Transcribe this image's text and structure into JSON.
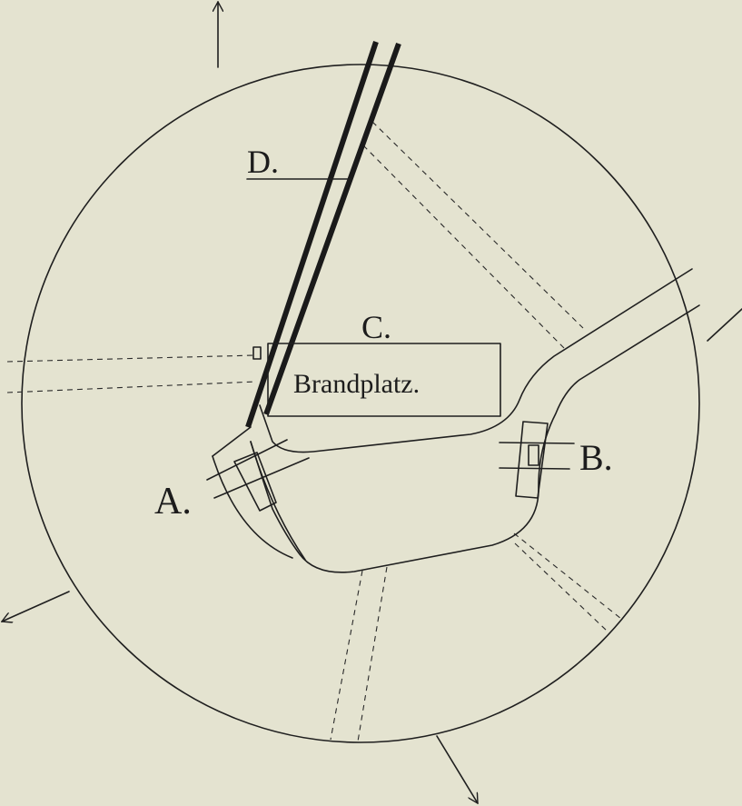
{
  "labels": {
    "a": "A.",
    "b": "B.",
    "c": "C.",
    "d": "D.",
    "box": "Brandplatz."
  },
  "colors": {
    "paper": "#e4e3d0",
    "ink": "#1f1f1f"
  }
}
